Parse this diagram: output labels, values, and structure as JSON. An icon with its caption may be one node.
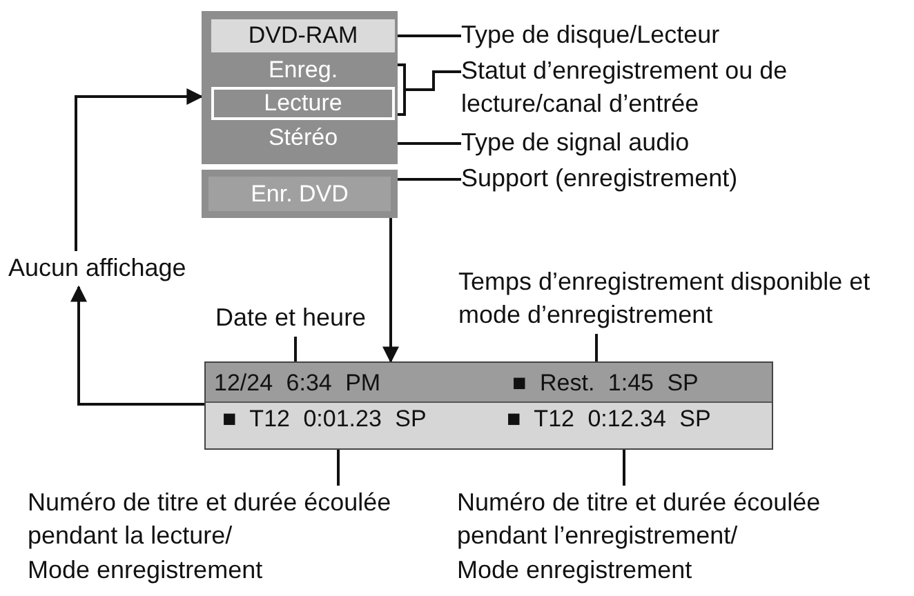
{
  "diagram": {
    "nodes": [
      {
        "text": [],
        "shape": "box"
      },
      {
        "text": [
          "DVD-RAM"
        ],
        "in": 0
      },
      {
        "text": [
          "Enreg."
        ],
        "in": 0
      },
      {
        "text": [
          "Lecture"
        ],
        "in": 0
      },
      {
        "text": [
          "Stéréo"
        ],
        "in": 0
      },
      {
        "text": [
          "Enr. DVD"
        ]
      },
      {
        "text": [
          "Type de disque/Lecteur"
        ]
      },
      {
        "text": [
          "Statut d’enregistrement ou de lecture/canal d’entrée"
        ]
      },
      {
        "text": [
          "Type de signal audio"
        ]
      },
      {
        "text": [
          "Support (enregistrement)"
        ]
      },
      {
        "text": [
          "Aucun affichage"
        ]
      },
      {
        "text": [
          "Temps d’enregistrement disponible et mode d’enregistrement"
        ]
      },
      {
        "text": [
          "Date et heure"
        ]
      },
      {
        "text": [],
        "shape": "box"
      },
      {
        "text": [
          "12/24 6:34 PM"
        ],
        "in": 13
      },
      {
        "text": [
          "■ Rest. 1:45 SP"
        ],
        "in": 13
      },
      {
        "text": [
          "■ T12 0:01.23 SP"
        ],
        "in": 13
      },
      {
        "text": [
          "■ T12 0:12.34 SP"
        ],
        "in": 13
      },
      {
        "text": [
          "Numéro de titre et durée écoulée pendant la lecture/ Mode enregistrement"
        ]
      },
      {
        "text": [
          "Numéro de titre et durée écoulée pendant l’enregistrement/ Mode enregistrement"
        ]
      }
    ],
    "edges": [
      {
        "from": 6,
        "to": 1,
        "arrow": "none"
      },
      {
        "from": 7,
        "to": 2,
        "arrow": "none"
      },
      {
        "from": 7,
        "to": 3,
        "arrow": "none"
      },
      {
        "from": 8,
        "to": 4,
        "arrow": "none"
      },
      {
        "from": 9,
        "to": 5,
        "arrow": "none"
      },
      {
        "from": 5,
        "to": 13,
        "arrow": "to"
      },
      {
        "from": 13,
        "to": 10,
        "arrow": "to"
      },
      {
        "from": 10,
        "to": 0,
        "arrow": "to"
      },
      {
        "from": 12,
        "to": 14,
        "arrow": "none"
      },
      {
        "from": 11,
        "to": 15,
        "arrow": "none"
      },
      {
        "from": 18,
        "to": 16,
        "arrow": "none"
      },
      {
        "from": 19,
        "to": 17,
        "arrow": "none"
      }
    ]
  }
}
